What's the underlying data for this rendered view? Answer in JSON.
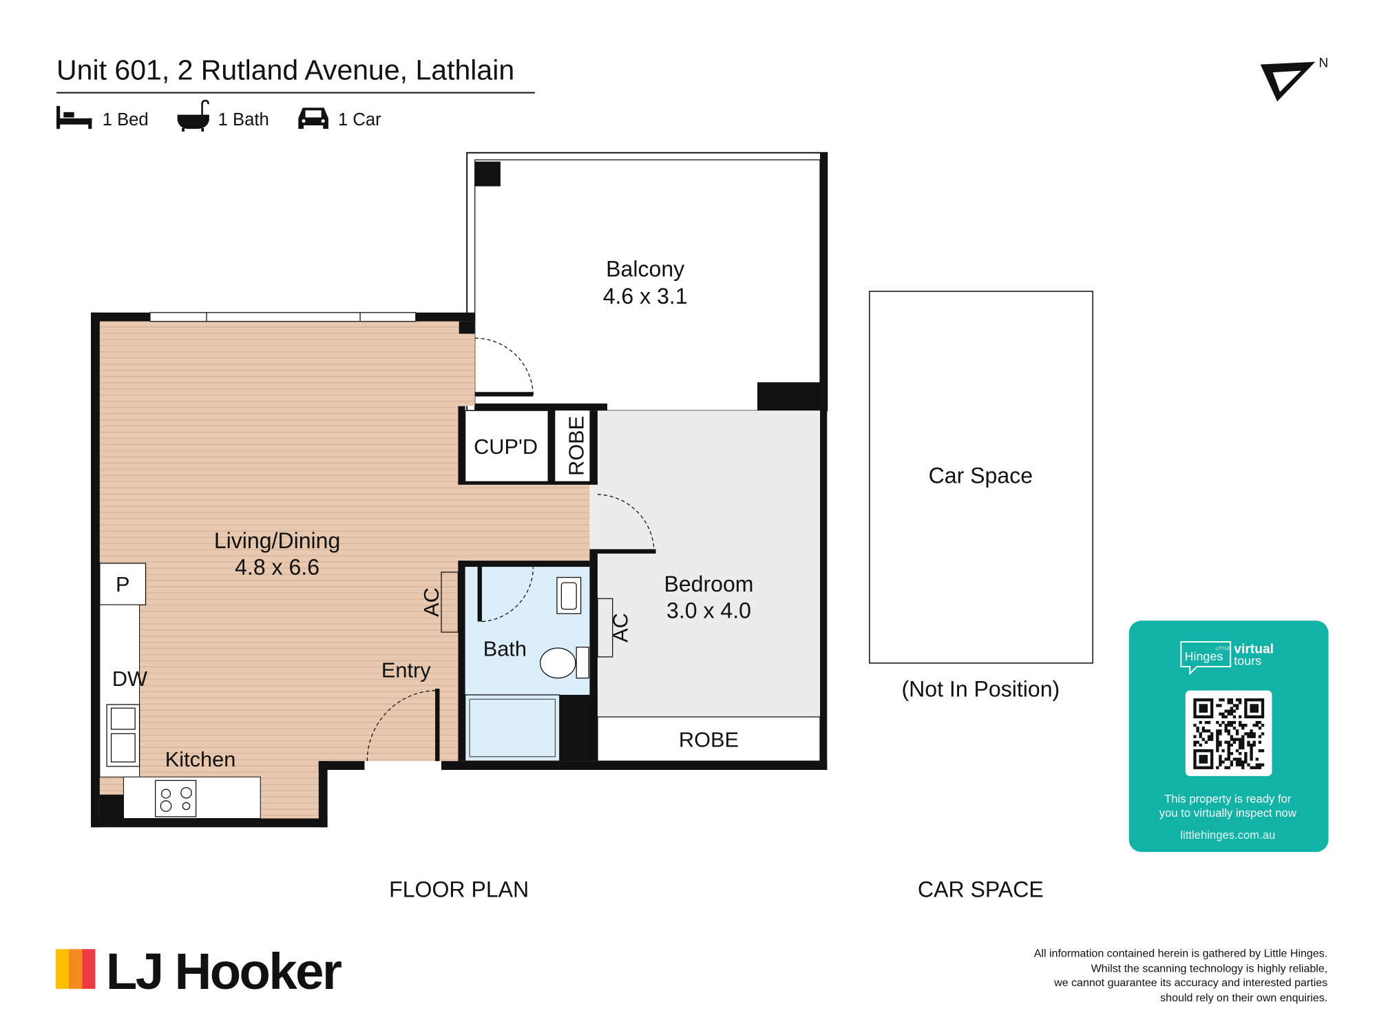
{
  "header": {
    "title": "Unit 601, 2 Rutland Avenue, Lathlain",
    "features": [
      {
        "icon": "bed-icon",
        "label": "1 Bed"
      },
      {
        "icon": "bath-icon",
        "label": "1 Bath"
      },
      {
        "icon": "car-icon",
        "label": "1 Car"
      }
    ],
    "north_label": "N"
  },
  "rooms": {
    "balcony": {
      "name": "Balcony",
      "size": "4.6 x 3.1"
    },
    "living": {
      "name": "Living/Dining",
      "size": "4.8 x 6.6"
    },
    "bedroom": {
      "name": "Bedroom",
      "size": "3.0 x 4.0"
    },
    "cupd": "CUP'D",
    "robe_small": "ROBE",
    "robe_bed": "ROBE",
    "bath": "Bath",
    "entry": "Entry",
    "kitchen": "Kitchen",
    "pantry": "P",
    "dishwasher": "DW",
    "ac_living": "AC",
    "ac_bed": "AC"
  },
  "car_space": {
    "name": "Car Space",
    "note": "(Not In Position)"
  },
  "captions": {
    "floor_plan": "FLOOR PLAN",
    "car_space": "CAR SPACE"
  },
  "promo": {
    "brand_small": "LITTLE",
    "brand": "Hinges",
    "virtual": "virtual",
    "tours": "tours",
    "line1": "This property is ready for",
    "line2": "you to virtually inspect now",
    "url": "littlehinges.com.au",
    "color": "#12b2a6"
  },
  "footer": {
    "logo_text": "LJ Hooker",
    "disclaimer": [
      "All information contained herein is gathered by Little Hinges.",
      "Whilst the scanning technology is highly reliable,",
      "we cannot guarantee its accuracy and interested parties",
      "should rely on their own enquiries."
    ]
  }
}
